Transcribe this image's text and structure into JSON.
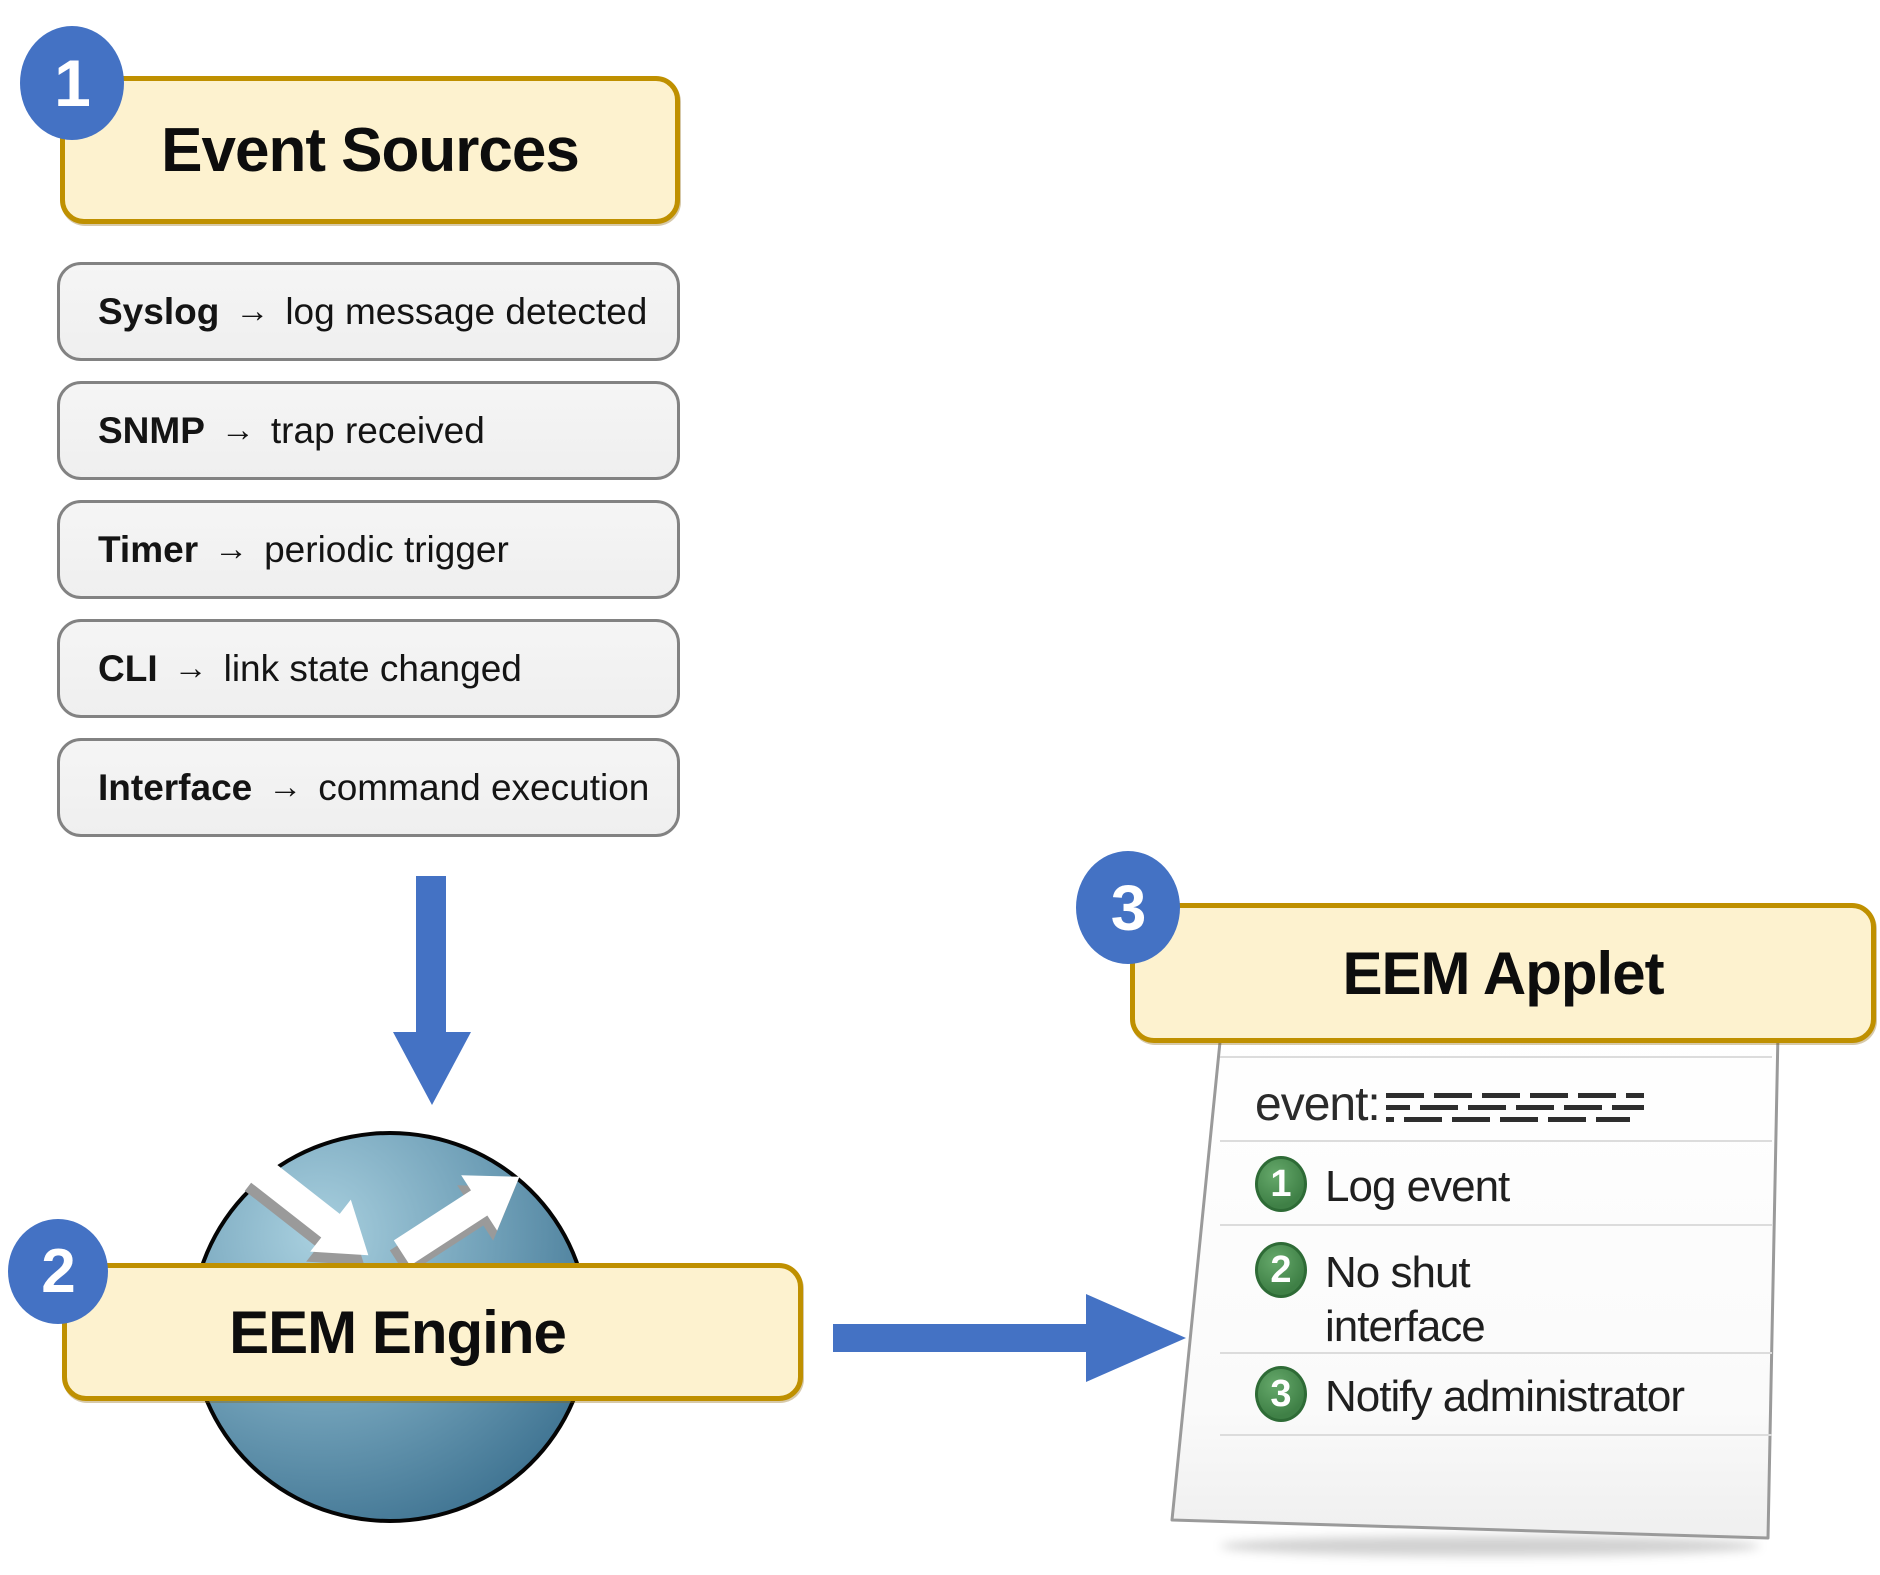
{
  "event_sources": {
    "badge": "1",
    "title": "Event Sources",
    "items": [
      {
        "label": "Syslog",
        "desc": "log message detected"
      },
      {
        "label": "SNMP",
        "desc": "trap received"
      },
      {
        "label": "Timer",
        "desc": "periodic trigger"
      },
      {
        "label": "CLI",
        "desc": "link state changed"
      },
      {
        "label": "Interface",
        "desc": "command execution"
      }
    ]
  },
  "eem_engine": {
    "badge": "2",
    "title": "EEM Engine"
  },
  "eem_applet": {
    "badge": "3",
    "title": "EEM Applet",
    "event_label": "event:",
    "actions": [
      {
        "num": "1",
        "text": "Log event"
      },
      {
        "num": "2",
        "text": "No shut interface"
      },
      {
        "num": "3",
        "text": "Notify administrator"
      }
    ]
  },
  "ui": {
    "arrow_glyph": "→"
  },
  "icons": {
    "flow-arrow-down": "↓",
    "flow-arrow-right": "→",
    "engine-arrow-in": "↘",
    "engine-arrow-out": "↗"
  },
  "colors": {
    "accent_blue": "#4472C4",
    "box_cream_fill": "#FDF2CF",
    "box_gold_border": "#BF9000",
    "item_gray_fill": "#F2F2F2",
    "item_gray_border": "#828282",
    "engine_blue": "#6F9FB7",
    "action_green": "#3F8046",
    "paper_white": "#FCFCFC"
  }
}
